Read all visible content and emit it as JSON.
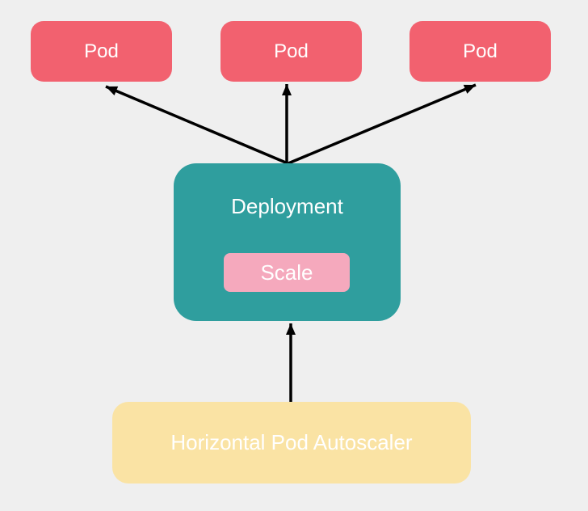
{
  "colors": {
    "background": "#efefef",
    "pod": "#f2616f",
    "deployment": "#2f9e9e",
    "scale": "#f5a9bd",
    "hpa": "#fae3a4",
    "arrow": "#000000",
    "text": "#ffffff"
  },
  "nodes": {
    "pods": [
      {
        "label": "Pod"
      },
      {
        "label": "Pod"
      },
      {
        "label": "Pod"
      }
    ],
    "deployment": {
      "label": "Deployment"
    },
    "scale": {
      "label": "Scale"
    },
    "hpa": {
      "label": "Horizontal Pod Autoscaler"
    }
  },
  "edges": [
    {
      "from": "deployment",
      "to": "pod-1"
    },
    {
      "from": "deployment",
      "to": "pod-2"
    },
    {
      "from": "deployment",
      "to": "pod-3"
    },
    {
      "from": "horizontal-pod-autoscaler",
      "to": "deployment"
    }
  ]
}
